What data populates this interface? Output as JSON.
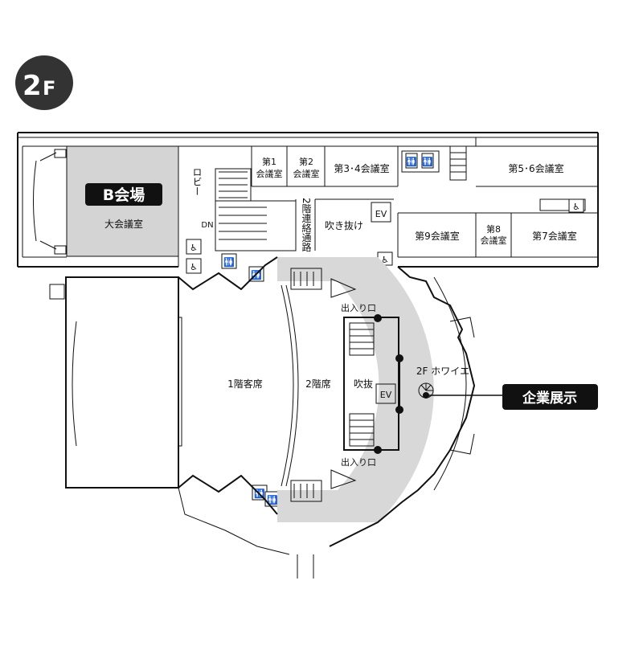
{
  "floor_badge": {
    "number": "2",
    "letter": "F"
  },
  "hall_b": {
    "badge": "B会場",
    "room": "大会議室"
  },
  "rooms": {
    "lobby": "ロビー",
    "dn": "DN",
    "corridor": "2階連絡通路",
    "fukinuke_top": "吹き抜け",
    "ev_top": "EV",
    "room1": {
      "l1": "第1",
      "l2": "会議室"
    },
    "room2": {
      "l1": "第2",
      "l2": "会議室"
    },
    "room34": "第3･4会議室",
    "room56": "第5･6会議室",
    "room9": "第9会議室",
    "room8": {
      "l1": "第8",
      "l2": "会議室"
    },
    "room7": "第7会議室",
    "seat1f": "1階客席",
    "seat2f": "2階席",
    "fukinuke": "吹抜",
    "ev_mid": "EV",
    "foyer": "2F ホワイエ",
    "exit_top": "出入り口",
    "exit_bottom": "出入り口"
  },
  "callout": "企業展示",
  "colors": {
    "badge_dark": "#333333",
    "hall_gray": "#d4d4d4",
    "foyer_gray": "#d8d8d8",
    "wall": "#111111"
  },
  "icons": [
    "wheelchair-icon",
    "restroom-icon",
    "spiral-stair-icon"
  ]
}
